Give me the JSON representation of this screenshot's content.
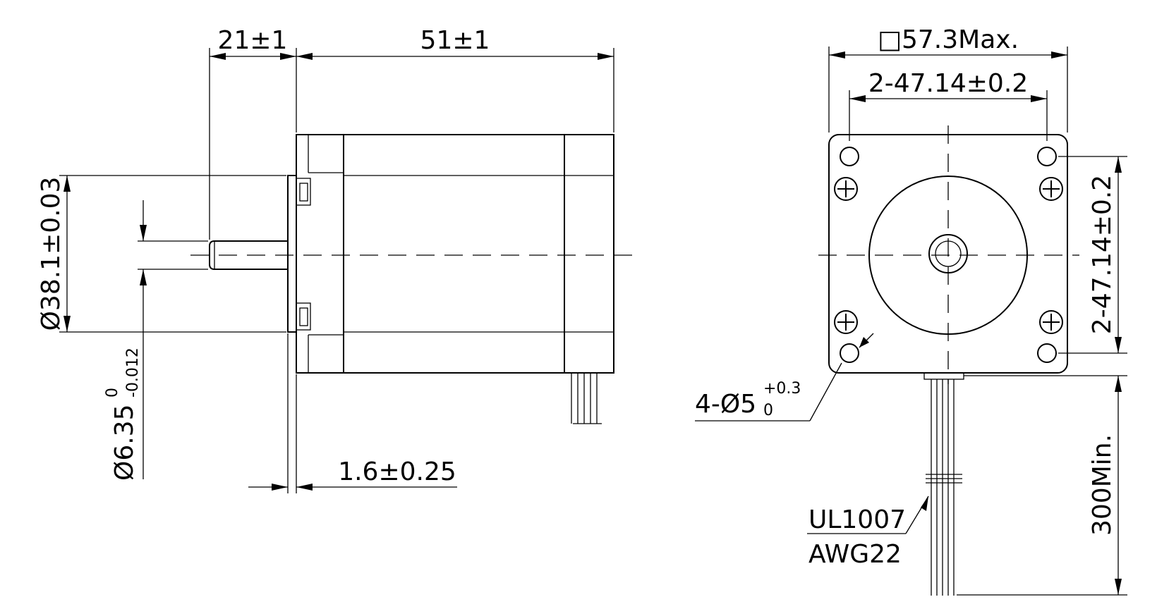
{
  "side_view": {
    "shaft_length": "21±1",
    "body_length": "51±1",
    "pilot_diameter": "Ø38.1±0.03",
    "shaft_diameter": "Ø6.35",
    "shaft_tol_upper": "0",
    "shaft_tol_lower": "-0.012",
    "pilot_depth": "1.6±0.25"
  },
  "front_view": {
    "frame_size_symbol": "□",
    "frame_size": "57.3Max.",
    "hole_spacing_x": "2-47.14±0.2",
    "hole_spacing_y": "2-47.14±0.2",
    "hole_count_dia": "4-Ø5",
    "hole_tol_upper": "+0.3",
    "hole_tol_lower": "0",
    "lead_length": "300Min.",
    "wire_type": "UL1007",
    "wire_gauge": "AWG22"
  }
}
